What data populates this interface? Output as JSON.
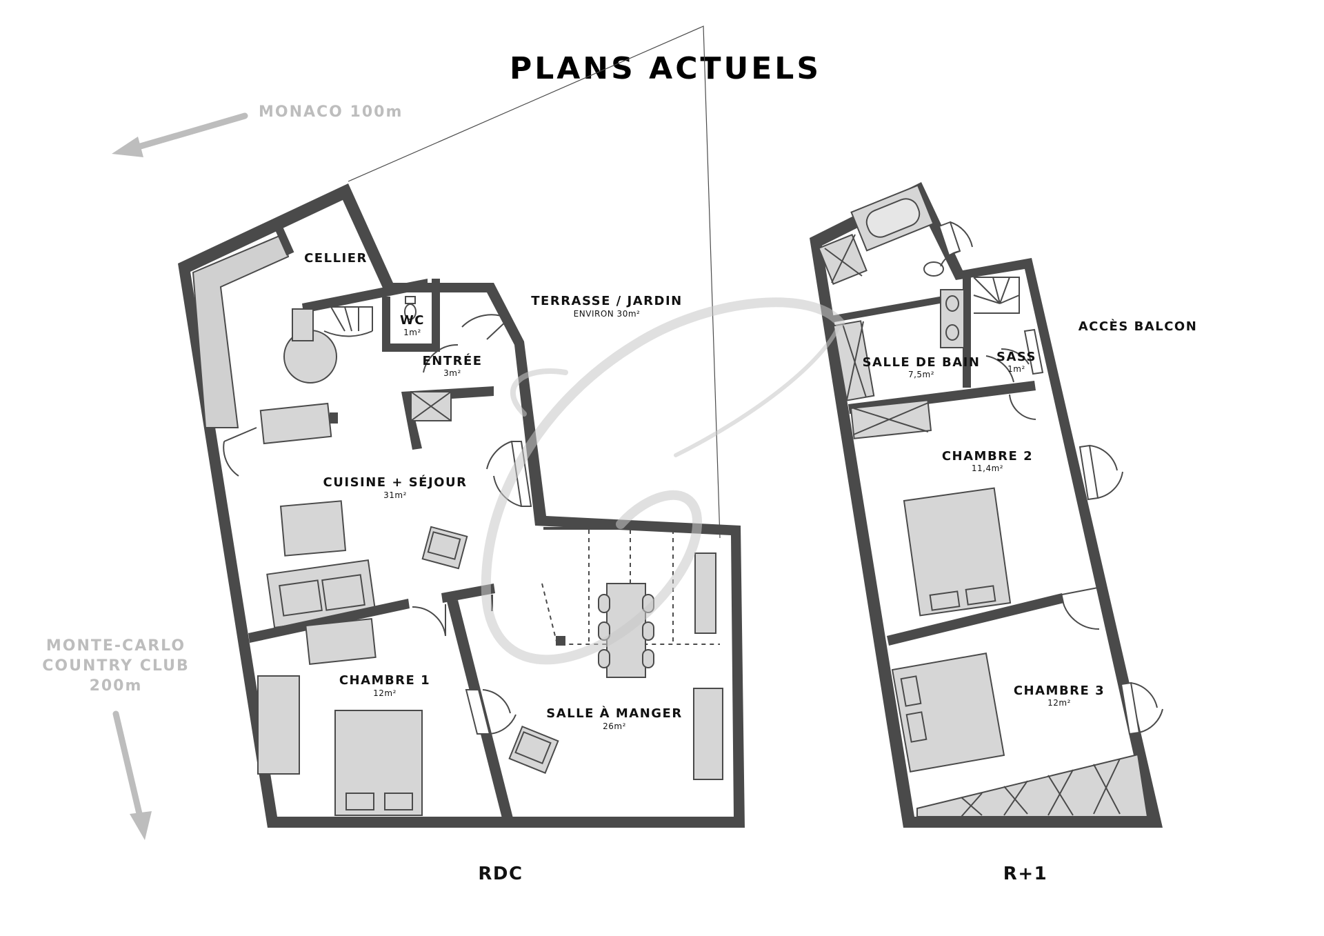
{
  "title": "PLANS ACTUELS",
  "directions": {
    "monaco": "MONACO 100m",
    "country_club_line1": "MONTE-CARLO",
    "country_club_line2": "COUNTRY CLUB",
    "country_club_line3": "200m"
  },
  "outdoor": {
    "terrasse_label": "TERRASSE / JARDIN",
    "terrasse_area": "ENVIRON 30m²",
    "balcon_label": "ACCÈS BALCON"
  },
  "floors": {
    "rdc": {
      "label": "RDC",
      "rooms": {
        "cellier": {
          "name": "CELLIER"
        },
        "wc": {
          "name": "WC",
          "area": "1m²"
        },
        "entree": {
          "name": "ENTRÉE",
          "area": "3m²"
        },
        "cuisine": {
          "name": "CUISINE + SÉJOUR",
          "area": "31m²"
        },
        "chambre1": {
          "name": "CHAMBRE 1",
          "area": "12m²"
        },
        "salle_manger": {
          "name": "SALLE À MANGER",
          "area": "26m²"
        }
      }
    },
    "r1": {
      "label": "R+1",
      "rooms": {
        "salle_bain": {
          "name": "SALLE DE BAIN",
          "area": "7,5m²"
        },
        "sass": {
          "name": "SASS",
          "area": "1m²"
        },
        "chambre2": {
          "name": "CHAMBRE 2",
          "area": "11,4m²"
        },
        "chambre3": {
          "name": "CHAMBRE 3",
          "area": "12m²"
        }
      }
    }
  },
  "colors": {
    "wall": "#4a4a4a",
    "furniture": "#d6d6d6",
    "direction_text": "#bdbdbd",
    "watermark": "#c8c8c8"
  }
}
